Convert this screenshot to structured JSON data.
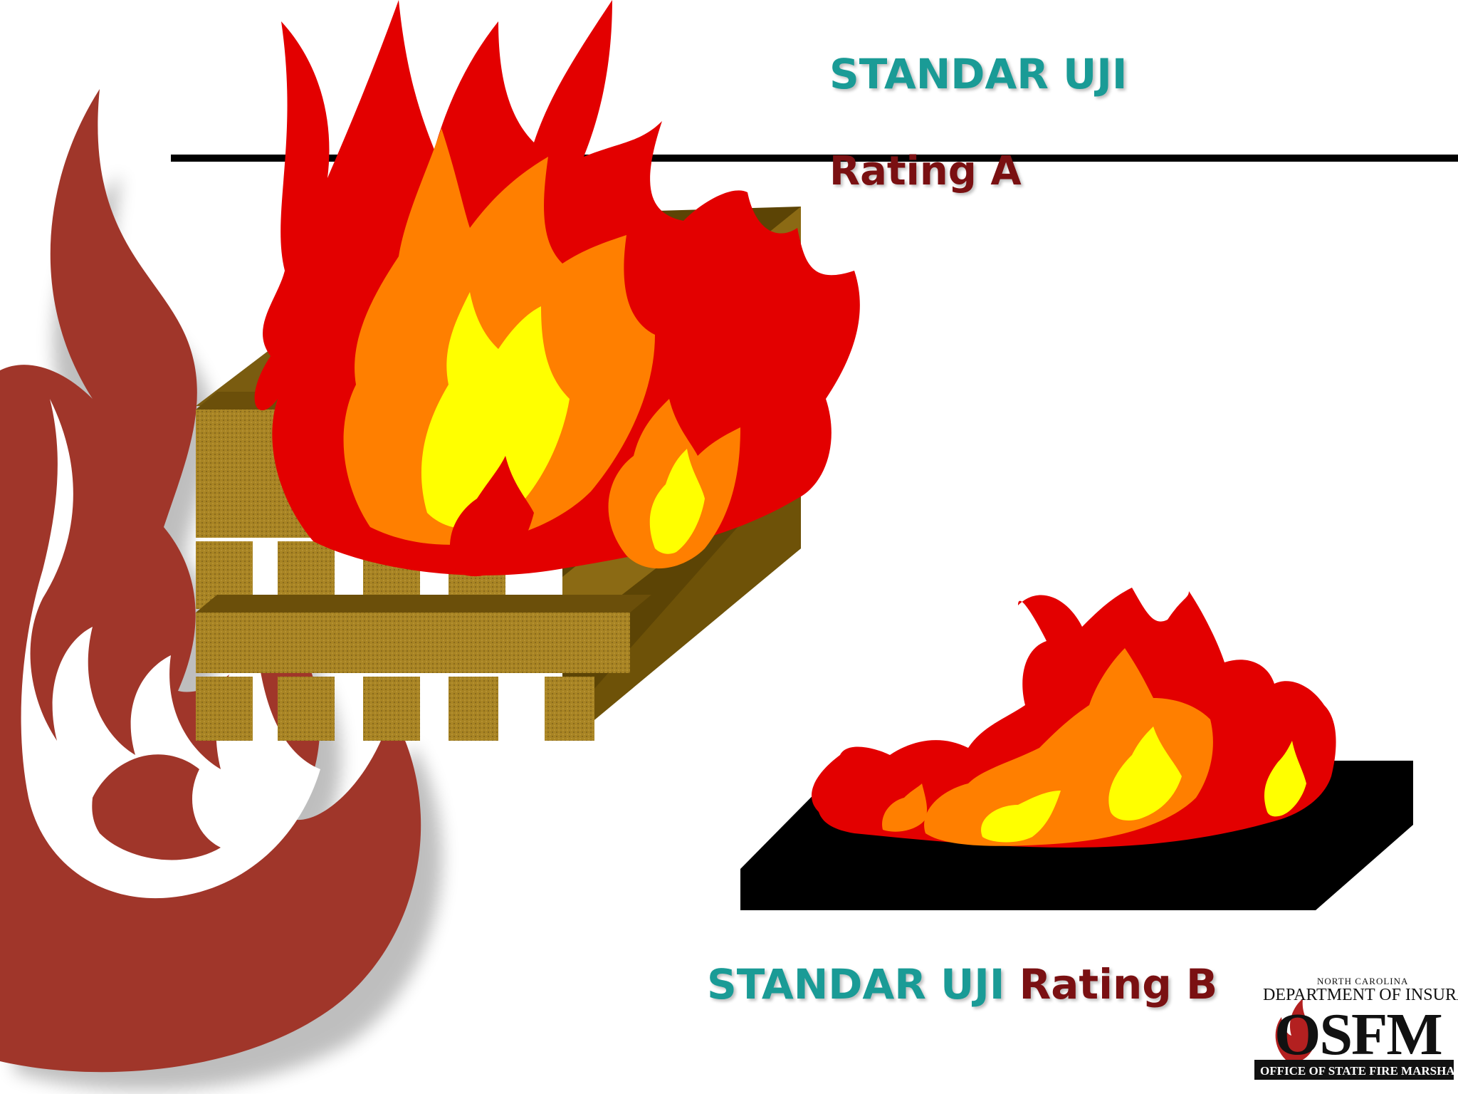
{
  "slide": {
    "title_a": "STANDAR UJI",
    "rating_a": "Rating A",
    "caption_b_prefix": "STANDAR UJI",
    "caption_b_rating": "Rating B"
  },
  "logo": {
    "top_line": "NORTH CAROLINA",
    "department": "DEPARTMENT OF INSURANCE",
    "acronym": "OSFM",
    "bottom_line": "OFFICE OF STATE FIRE MARSHAL"
  },
  "colors": {
    "teal": "#1a9b96",
    "maroon": "#7a1012",
    "flame_red": "#e30000",
    "flame_orange": "#ff7f00",
    "flame_yellow": "#ffff00",
    "wood": "#a88424",
    "background_flame": "#a0362a"
  },
  "icons": {
    "background": "background-flame-icon",
    "wood_crib": "wood-crib-fire-icon",
    "pan": "pan-fire-icon",
    "logo_flame": "osfm-flame-icon"
  }
}
